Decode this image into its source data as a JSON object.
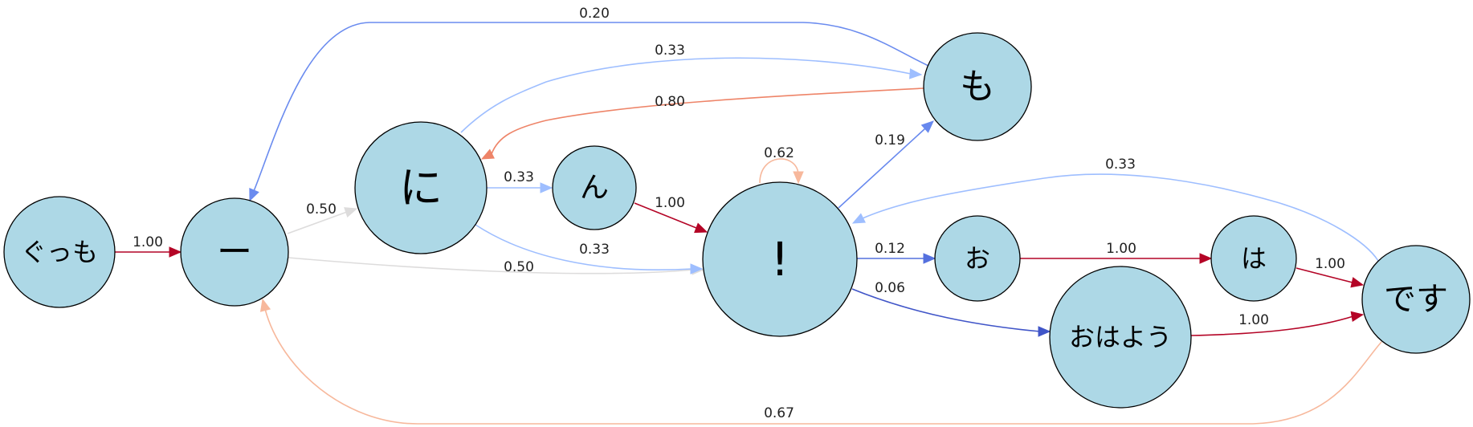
{
  "diagram": {
    "nodes": [
      {
        "id": "gutsumo",
        "label": "ぐっも"
      },
      {
        "id": "dash",
        "label": "ー"
      },
      {
        "id": "ni",
        "label": "に"
      },
      {
        "id": "n",
        "label": "ん"
      },
      {
        "id": "excl",
        "label": "!"
      },
      {
        "id": "mo",
        "label": "も"
      },
      {
        "id": "o",
        "label": "お"
      },
      {
        "id": "ohayou",
        "label": "おはよう"
      },
      {
        "id": "ha",
        "label": "は"
      },
      {
        "id": "desu",
        "label": "です"
      }
    ],
    "edges": [
      {
        "from": "gutsumo",
        "to": "dash",
        "label": "1.00",
        "color": "#b40426"
      },
      {
        "from": "dash",
        "to": "ni",
        "label": "0.50",
        "color": "#dddcdc"
      },
      {
        "from": "dash",
        "to": "excl",
        "label": "0.50",
        "color": "#dddcdc"
      },
      {
        "from": "ni",
        "to": "n",
        "label": "0.33",
        "color": "#9ebeff"
      },
      {
        "from": "ni",
        "to": "excl",
        "label": "0.33",
        "color": "#9ebeff"
      },
      {
        "from": "ni",
        "to": "mo",
        "label": "0.33",
        "color": "#9ebeff"
      },
      {
        "from": "n",
        "to": "excl",
        "label": "1.00",
        "color": "#b40426"
      },
      {
        "from": "excl",
        "to": "excl",
        "label": "0.62",
        "color": "#f7b89c"
      },
      {
        "from": "excl",
        "to": "mo",
        "label": "0.19",
        "color": "#6788ee"
      },
      {
        "from": "excl",
        "to": "o",
        "label": "0.12",
        "color": "#5470de"
      },
      {
        "from": "excl",
        "to": "ohayou",
        "label": "0.06",
        "color": "#4055c8"
      },
      {
        "from": "mo",
        "to": "dash",
        "label": "0.20",
        "color": "#6a8bef"
      },
      {
        "from": "mo",
        "to": "ni",
        "label": "0.80",
        "color": "#ee8468"
      },
      {
        "from": "o",
        "to": "ha",
        "label": "1.00",
        "color": "#b40426"
      },
      {
        "from": "ohayou",
        "to": "desu",
        "label": "1.00",
        "color": "#b40426"
      },
      {
        "from": "ha",
        "to": "desu",
        "label": "1.00",
        "color": "#b40426"
      },
      {
        "from": "desu",
        "to": "excl",
        "label": "0.33",
        "color": "#9ebeff"
      },
      {
        "from": "desu",
        "to": "dash",
        "label": "0.67",
        "color": "#f7b89c"
      }
    ]
  }
}
